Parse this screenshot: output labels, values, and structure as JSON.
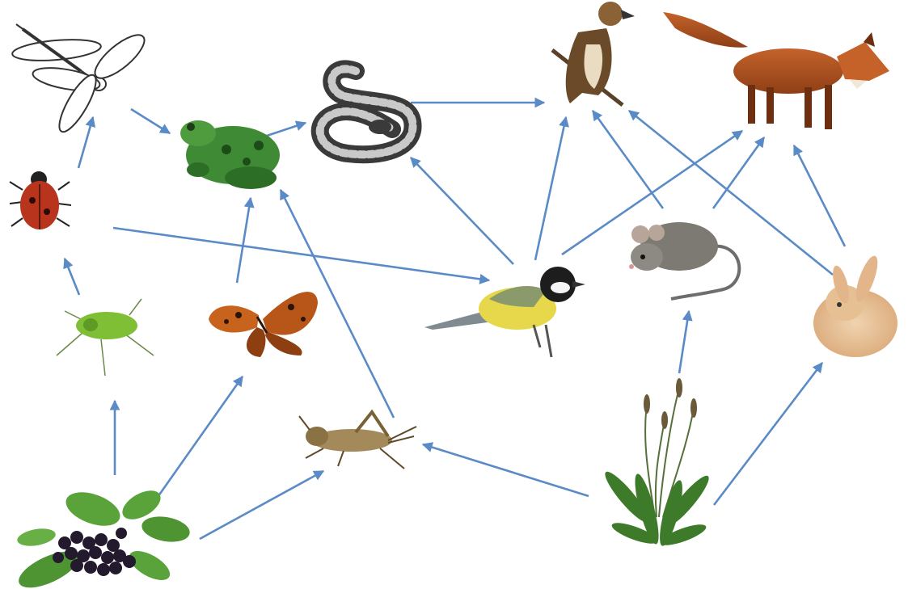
{
  "organisms": [
    {
      "id": "dragonfly",
      "icon": "dragonfly-icon"
    },
    {
      "id": "frog",
      "icon": "frog-icon"
    },
    {
      "id": "snake",
      "icon": "snake-icon"
    },
    {
      "id": "hawk",
      "icon": "hawk-icon"
    },
    {
      "id": "fox",
      "icon": "fox-icon"
    },
    {
      "id": "ladybug",
      "icon": "ladybug-icon"
    },
    {
      "id": "aphid",
      "icon": "aphid-icon"
    },
    {
      "id": "butterfly",
      "icon": "butterfly-icon"
    },
    {
      "id": "tit-bird",
      "icon": "tit-bird-icon"
    },
    {
      "id": "mouse",
      "icon": "mouse-icon"
    },
    {
      "id": "rabbit",
      "icon": "rabbit-icon"
    },
    {
      "id": "grasshopper",
      "icon": "grasshopper-icon"
    },
    {
      "id": "elderberry",
      "icon": "elderberry-icon"
    },
    {
      "id": "plantain",
      "icon": "plantain-icon"
    }
  ],
  "links": [
    {
      "from": "ladybug",
      "to": "dragonfly"
    },
    {
      "from": "dragonfly",
      "to": "frog"
    },
    {
      "from": "frog",
      "to": "snake"
    },
    {
      "from": "snake",
      "to": "hawk"
    },
    {
      "from": "aphid",
      "to": "ladybug"
    },
    {
      "from": "ladybug",
      "to": "tit-bird"
    },
    {
      "from": "butterfly",
      "to": "frog"
    },
    {
      "from": "grasshopper",
      "to": "frog"
    },
    {
      "from": "tit-bird",
      "to": "snake"
    },
    {
      "from": "tit-bird",
      "to": "hawk"
    },
    {
      "from": "tit-bird",
      "to": "fox"
    },
    {
      "from": "mouse",
      "to": "hawk"
    },
    {
      "from": "mouse",
      "to": "fox"
    },
    {
      "from": "rabbit",
      "to": "hawk"
    },
    {
      "from": "rabbit",
      "to": "fox"
    },
    {
      "from": "elderberry",
      "to": "aphid"
    },
    {
      "from": "elderberry",
      "to": "butterfly"
    },
    {
      "from": "elderberry",
      "to": "grasshopper"
    },
    {
      "from": "plantain",
      "to": "grasshopper"
    },
    {
      "from": "plantain",
      "to": "mouse"
    },
    {
      "from": "plantain",
      "to": "rabbit"
    }
  ],
  "colors": {
    "arrow": "#5b8bc6",
    "background": "#ffffff"
  }
}
